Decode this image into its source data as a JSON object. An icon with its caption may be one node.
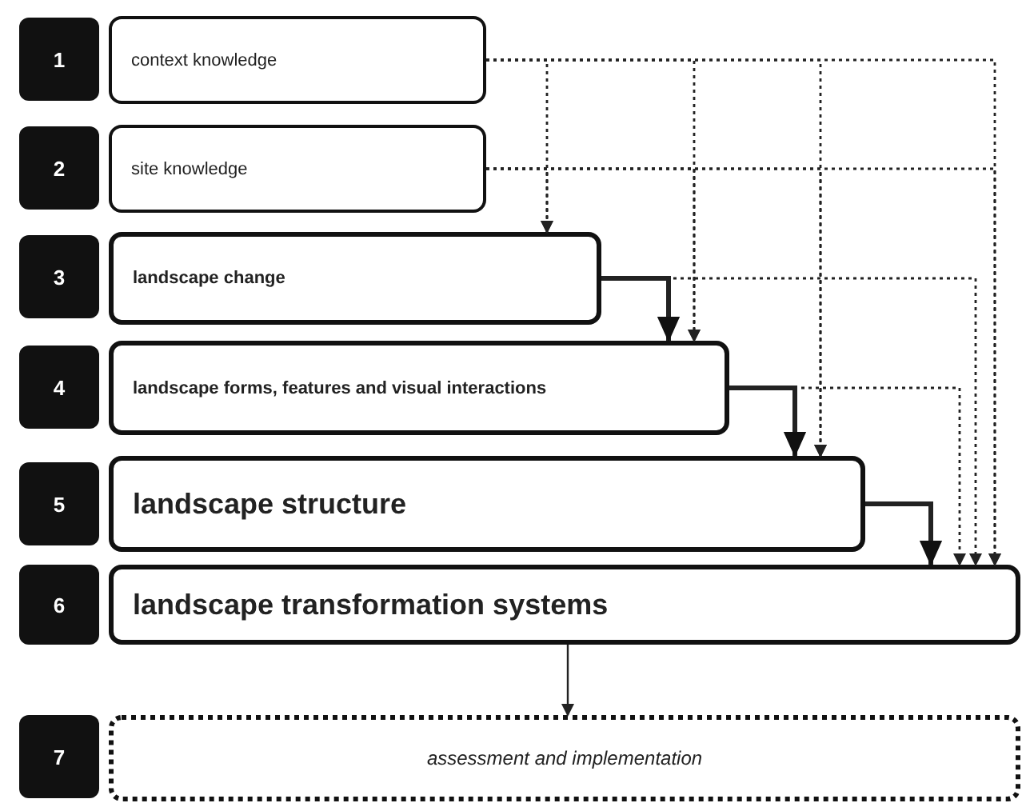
{
  "diagram": {
    "nodes": [
      {
        "text": [
          "1"
        ]
      },
      {
        "text": [
          "context knowledge"
        ]
      },
      {
        "text": [
          "2"
        ]
      },
      {
        "text": [
          "site knowledge"
        ]
      },
      {
        "text": [
          "3"
        ]
      },
      {
        "text": [
          "landscape change"
        ]
      },
      {
        "text": [
          "4"
        ]
      },
      {
        "text": [
          "landscape forms, features and visual interactions"
        ]
      },
      {
        "text": [
          "5"
        ]
      },
      {
        "text": [
          "landscape structure"
        ]
      },
      {
        "text": [
          "6"
        ]
      },
      {
        "text": [
          "landscape transformation systems"
        ]
      },
      {
        "text": [
          "7"
        ]
      },
      {
        "text": [
          "assessment and implementation"
        ]
      }
    ],
    "edges": [
      {
        "from": 1,
        "to": 5,
        "arrow": "to",
        "style": "dashed"
      },
      {
        "from": 1,
        "to": 7,
        "arrow": "to",
        "style": "dashed"
      },
      {
        "from": 1,
        "to": 9,
        "arrow": "to",
        "style": "dashed"
      },
      {
        "from": 1,
        "to": 11,
        "arrow": "to",
        "style": "dashed"
      },
      {
        "from": 3,
        "to": 5,
        "arrow": "to",
        "style": "dashed"
      },
      {
        "from": 3,
        "to": 7,
        "arrow": "to",
        "style": "dashed"
      },
      {
        "from": 3,
        "to": 9,
        "arrow": "to",
        "style": "dashed"
      },
      {
        "from": 3,
        "to": 11,
        "arrow": "to",
        "style": "dashed"
      },
      {
        "from": 5,
        "to": 7,
        "arrow": "to",
        "style": "thick"
      },
      {
        "from": 5,
        "to": 11,
        "arrow": "to",
        "style": "dashed"
      },
      {
        "from": 7,
        "to": 9,
        "arrow": "to",
        "style": "thick"
      },
      {
        "from": 7,
        "to": 11,
        "arrow": "to",
        "style": "dashed"
      },
      {
        "from": 9,
        "to": 11,
        "arrow": "to",
        "style": "thick"
      },
      {
        "from": 11,
        "to": 13,
        "arrow": "to"
      }
    ]
  }
}
